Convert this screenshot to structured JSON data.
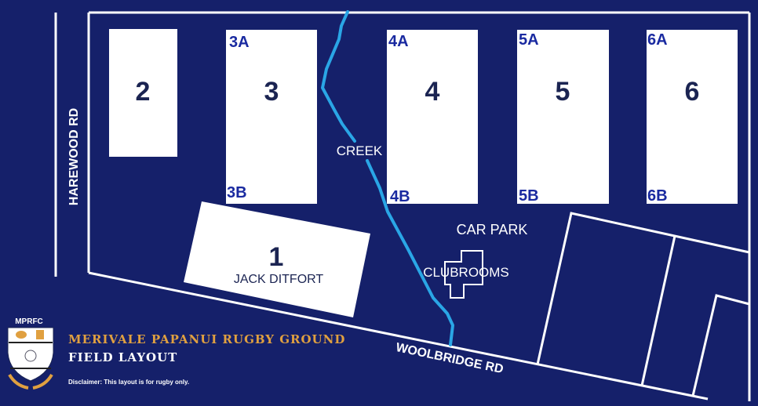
{
  "roads": {
    "harewood": "HAREWOOD RD",
    "woolbridge": "WOOLBRIDGE RD"
  },
  "fields": [
    {
      "number": "1",
      "name": "JACK DITFORT"
    },
    {
      "number": "2"
    },
    {
      "number": "3",
      "a": "3A",
      "b": "3B"
    },
    {
      "number": "4",
      "a": "4A",
      "b": "4B"
    },
    {
      "number": "5",
      "a": "5A",
      "b": "5B"
    },
    {
      "number": "6",
      "a": "6A",
      "b": "6B"
    }
  ],
  "labels": {
    "creek": "CREEK",
    "car_park": "CAR PARK",
    "clubrooms": "CLUBROOMS"
  },
  "branding": {
    "club_abbrev": "MPRFC",
    "title": "Merivale Papanui Rugby Ground",
    "subtitle": "Field Layout",
    "disclaimer": "Disclaimer: This layout is for rugby only."
  },
  "colors": {
    "background": "#15206a",
    "creek": "#2aa6e6",
    "title": "#e0a040"
  }
}
